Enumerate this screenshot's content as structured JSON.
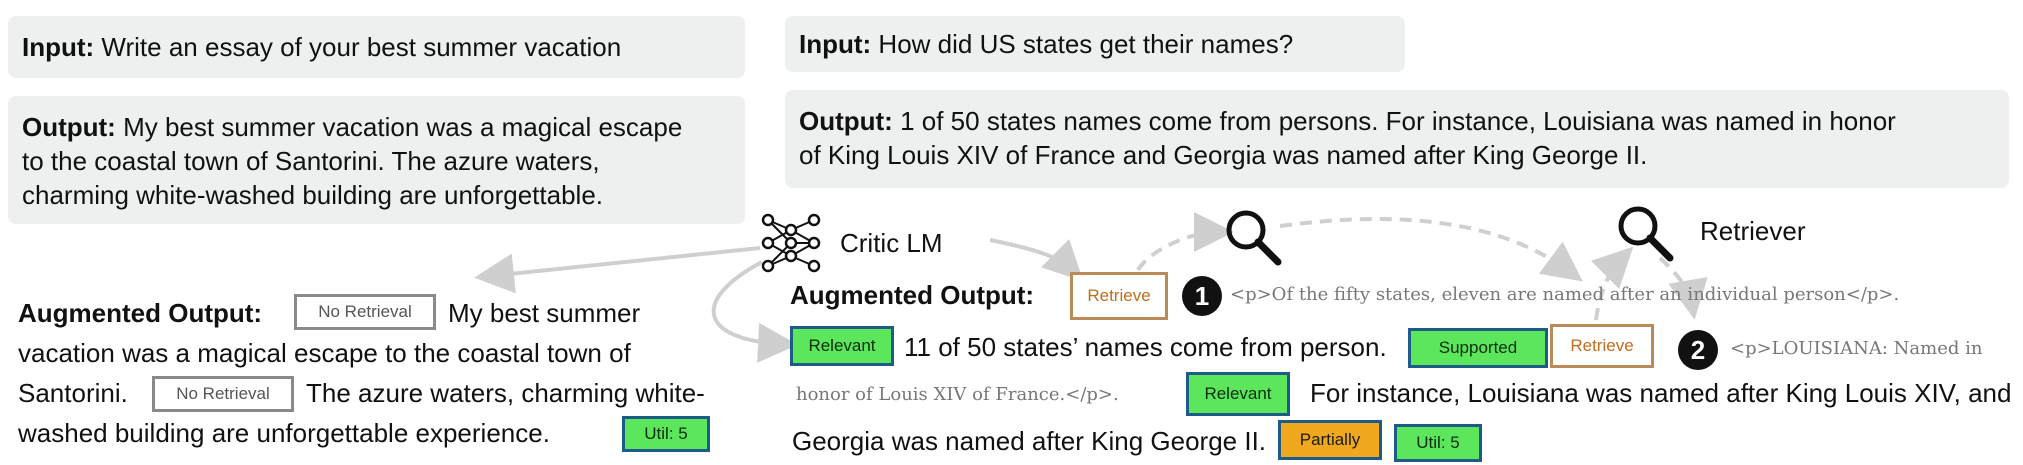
{
  "left": {
    "input_label": "Input:",
    "input_text": "Write an essay of your best summer vacation",
    "output_label": "Output:",
    "output_lines": [
      "My best summer vacation was a magical escape",
      "to the coastal town of Santorini. The azure waters,",
      "charming white-washed building are unforgettable."
    ],
    "aug_label": "Augmented Output:",
    "aug_line1_rest": "My best summer",
    "aug_line2": "vacation was a magical escape to the coastal town of",
    "aug_line3_pre": "Santorini.",
    "aug_line3_post": "The azure waters, charming white-",
    "aug_line4": "washed building are unforgettable experience.",
    "tag_no_retrieval_1": "No Retrieval",
    "tag_no_retrieval_2": "No Retrieval",
    "tag_util": "Util: 5"
  },
  "right": {
    "input_label": "Input:",
    "input_text": "How did US states get their names?",
    "output_label": "Output:",
    "output_lines": [
      "1 of 50 states names come from persons. For instance, Louisiana was named in honor",
      "of King Louis XIV of France and Georgia was named after King George II."
    ],
    "critic_label": "Critic LM",
    "retriever_label": "Retriever",
    "aug_label": "Augmented Output:",
    "tag_retrieve_1": "Retrieve",
    "num1": "1",
    "passage1": "<p>Of the fifty states, eleven are named after an individual person</p>.",
    "tag_relevant_1": "Relevant",
    "line2_text": "11 of 50 states’ names come from person.",
    "tag_supported": "Supported",
    "tag_retrieve_2": "Retrieve",
    "num2": "2",
    "passage2_a": "<p>LOUISIANA: Named in",
    "passage2_b": "honor of Louis XIV of France.</p>.",
    "tag_relevant_2": "Relevant",
    "line3_text": "For instance, Louisiana was named after King Louis XIV, and",
    "line4_text": "Georgia was named after King George II.",
    "tag_partially": "Partially",
    "tag_util": "Util: 5"
  }
}
